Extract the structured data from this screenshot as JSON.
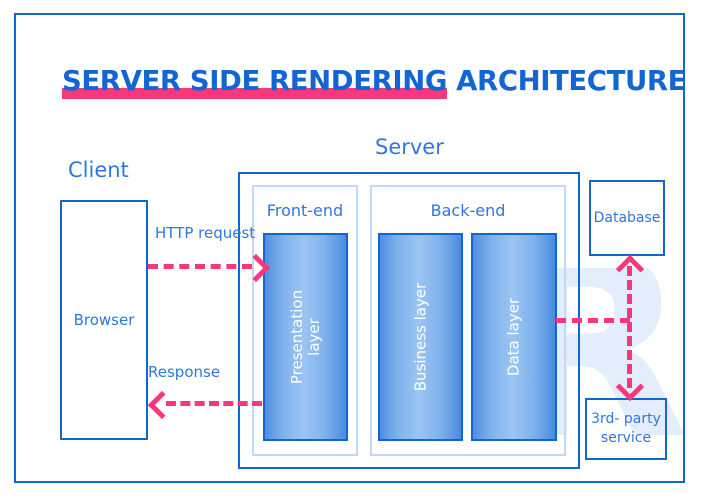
{
  "title": {
    "highlighted": "SERVER SIDE RENDERING",
    "plain": " ARCHITECTURE",
    "full": "SERVER SIDE RENDERING ARCHITECTURE"
  },
  "colors": {
    "primary_blue": "#1266d3",
    "text_blue": "#2f77dd",
    "accent_pink": "#f8387d",
    "panel_border": "#c2d9f5",
    "layer_fill_light": "#9bc5f3",
    "layer_fill_dark": "#4a8bdf",
    "watermark": "#e4edfb",
    "background": "#ffffff"
  },
  "watermark": {
    "glyph": "R"
  },
  "client": {
    "caption": "Client",
    "browser_label": "Browser"
  },
  "server": {
    "caption": "Server",
    "panels": [
      {
        "title": "Front-end",
        "layers": [
          {
            "label": "Presentation\nlayer"
          }
        ]
      },
      {
        "title": "Back-end",
        "layers": [
          {
            "label": "Business layer"
          },
          {
            "label": "Data layer"
          }
        ]
      }
    ]
  },
  "external": [
    {
      "label": "Database"
    },
    {
      "label": "3rd- party service"
    }
  ],
  "arrows": [
    {
      "name": "http-request",
      "label": "HTTP\nrequest",
      "direction": "right"
    },
    {
      "name": "response",
      "label": "Response",
      "direction": "left"
    },
    {
      "name": "data-link",
      "label": "",
      "direction": "right"
    },
    {
      "name": "database-link",
      "label": "",
      "direction": "up-down"
    }
  ]
}
